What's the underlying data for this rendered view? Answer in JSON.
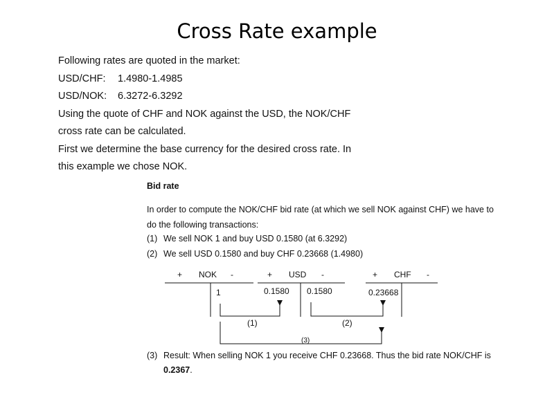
{
  "slide": {
    "title": "Cross Rate example"
  },
  "intro": {
    "line1": "Following rates are quoted in the market:",
    "pair1_label": "USD/CHF:",
    "pair1_rate": "1.4980-1.4985",
    "pair2_label": "USD/NOK:",
    "pair2_rate": "6.3272-6.3292",
    "line4": "Using the quote of CHF and NOK against the USD, the NOK/CHF",
    "line5": "cross rate can be calculated.",
    "line6": "First we determine the base currency for the desired cross rate. In",
    "line7": "this example we chose NOK."
  },
  "bid": {
    "heading": "Bid rate",
    "para1": "In order to compute the NOK/CHF bid rate (at which we sell NOK against CHF) we have to",
    "para2": "do the following transactions:",
    "step1_num": "(1)",
    "step1_text": "We sell NOK 1 and buy USD 0.1580 (at 6.3292)",
    "step2_num": "(2)",
    "step2_text": "We sell USD 0.1580 and buy CHF 0.23668 (1.4980)",
    "step3_num": "(3)",
    "step3_text": "Result: When selling NOK 1 you receive CHF 0.23668. Thus the bid rate NOK/CHF is",
    "result_value": "0.2367",
    "result_period": "."
  },
  "diagram": {
    "nok": {
      "plus": "+",
      "label": "NOK",
      "minus": "-",
      "value": "1"
    },
    "usd": {
      "plus": "+",
      "label": "USD",
      "minus": "-",
      "left_value": "0.1580",
      "right_value": "0.1580"
    },
    "chf": {
      "plus": "+",
      "label": "CHF",
      "minus": "-",
      "value": "0.23668"
    },
    "arrow1_label": "(1)",
    "arrow2_label": "(2)",
    "arrow3_label": "(3)"
  }
}
